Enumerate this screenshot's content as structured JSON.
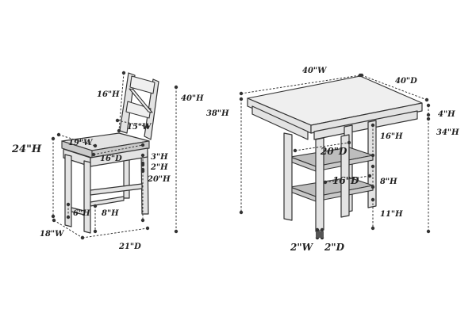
{
  "colors": {
    "dimension_line": "#333333",
    "chair_line": "#333333",
    "wood_fill": "#e3e3e3",
    "shelf_fill": "#bdbdbd",
    "background": "#ffffff"
  },
  "chair": {
    "back_height": "16\"H",
    "total_height_left": "24\"H",
    "total_height_right": "40\"H",
    "seat_width": "19\"W",
    "back_width": "15\"W",
    "seat_depth": "16\"D",
    "cushion_height": "3\"H",
    "seat_frame_height": "2\"H",
    "seat_to_floor": "20\"H",
    "stretcher_height": "6\"H",
    "lower_stretcher_height": "8\"H",
    "base_width": "18\"W",
    "base_depth": "21\"D"
  },
  "table": {
    "top_width": "40\"W",
    "top_depth": "40\"D",
    "total_height": "38\"H",
    "apron_height": "4\"H",
    "leg_height": "34\"H",
    "upper_shelf_gap": "16\"H",
    "upper_shelf_depth": "20\"D",
    "lower_shelf_depth": "16\"D",
    "shelf_gap": "8\"H",
    "floor_clearance": "11\"H",
    "leg_width": "2\"W",
    "leg_depth": "2\"D"
  }
}
